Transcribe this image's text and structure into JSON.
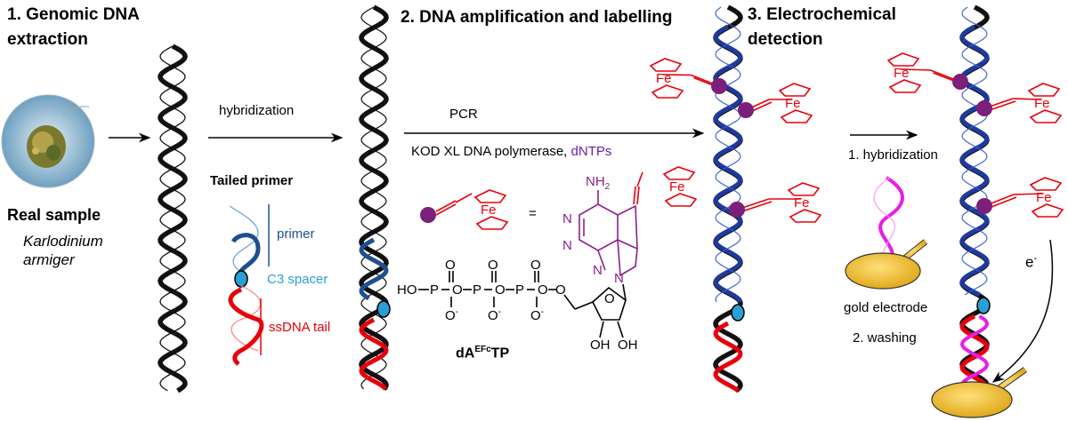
{
  "steps": {
    "s1_line1": "1. Genomic DNA",
    "s1_line2": "extraction",
    "s2": "2. DNA amplification and labelling",
    "s3_line1": "3. Electrochemical",
    "s3_line2": "detection"
  },
  "sample": {
    "label": "Real sample",
    "species_line1": "Karlodinium",
    "species_line2": "armiger"
  },
  "arrows": {
    "hybridization": "hybridization",
    "pcr": "PCR",
    "polymerase": "KOD XL DNA polymerase, ",
    "dntps": "dNTPs",
    "step1": "1. hybridization",
    "step2": "2. washing",
    "electron": "e",
    "electron_sup": "-"
  },
  "primer": {
    "title": "Tailed primer",
    "primer": "primer",
    "spacer": "C3 spacer",
    "tail": "ssDNA tail"
  },
  "chem": {
    "fe": "Fe",
    "equals": "=",
    "nh2": "NH",
    "nh2_sub": "2",
    "ho": "HO",
    "o": "O",
    "o_minus": "O",
    "minus": "-",
    "n": "N",
    "oh": "OH",
    "name_main": "dA",
    "name_sup": "EFc",
    "name_end": "TP"
  },
  "electrode": {
    "label": "gold electrode"
  },
  "colors": {
    "red": "#e8000b",
    "blue": "#1f3a9e",
    "primer_blue": "#2a5ea8",
    "spacer": "#2a9fd6",
    "purple": "#7b1f7a",
    "magenta": "#e61ee6",
    "gold": "#f4c542",
    "dntp": "#6a1fa8"
  }
}
